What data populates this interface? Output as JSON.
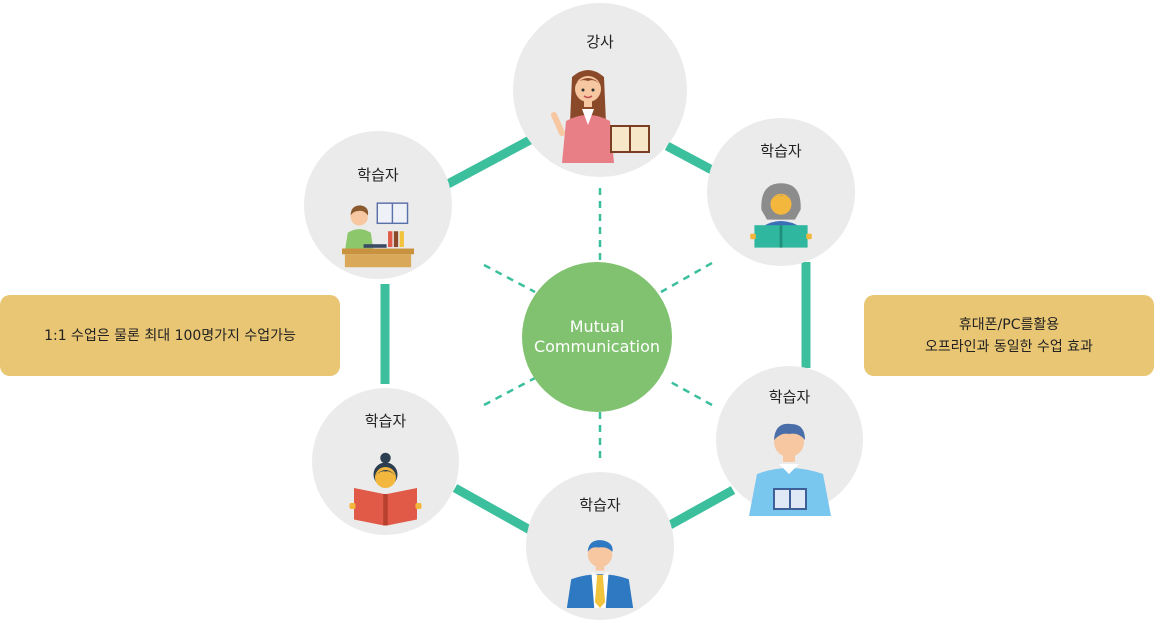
{
  "center": {
    "line1": "Mutual",
    "line2": "Communication"
  },
  "nodes": {
    "teacher": {
      "label": "강사",
      "icon": "teacher-reading-icon"
    },
    "learner_top_right": {
      "label": "학습자",
      "icon": "woman-reading-icon"
    },
    "learner_right": {
      "label": "학습자",
      "icon": "man-reading-icon"
    },
    "learner_bottom": {
      "label": "학습자",
      "icon": "businessman-icon"
    },
    "learner_left": {
      "label": "학습자",
      "icon": "girl-reading-icon"
    },
    "learner_top_left": {
      "label": "학습자",
      "icon": "student-desk-icon"
    }
  },
  "notes": {
    "left": {
      "line1": "1:1 수업은 물론 최대 100명가지 수업가능"
    },
    "right": {
      "line1": "휴대폰/PC를활용",
      "line2": "오프라인과 동일한 수업 효과"
    }
  },
  "colors": {
    "ring_line": "#3cbf9d",
    "center": "#80c26f",
    "node": "#ebebeb",
    "note": "#e9c674"
  }
}
